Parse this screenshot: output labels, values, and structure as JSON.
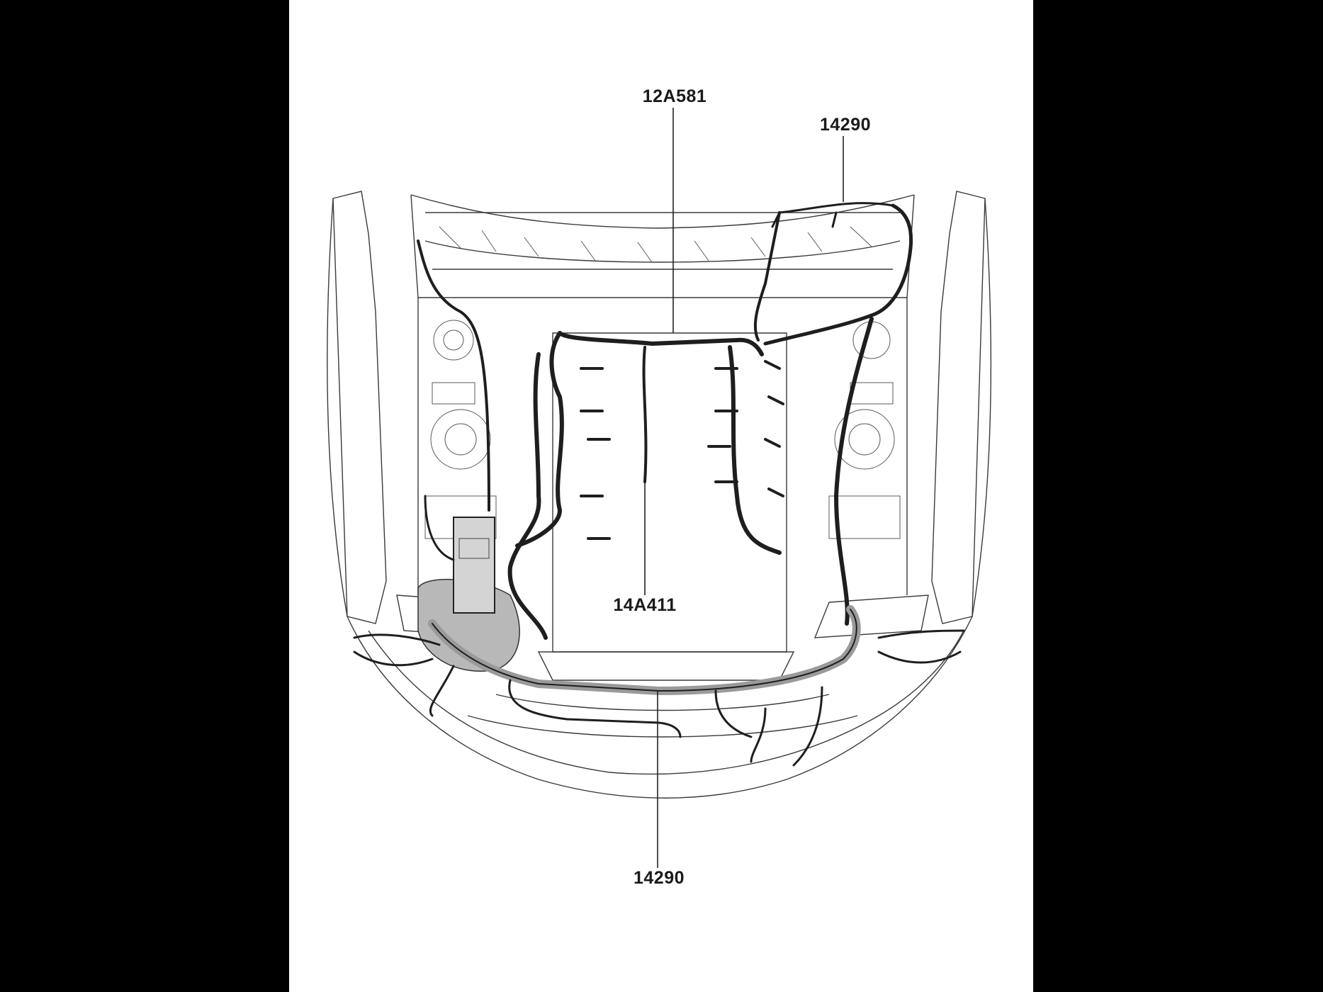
{
  "callouts": {
    "harness_top": "12A581",
    "harness_top_right": "14290",
    "harness_center": "14A411",
    "harness_bottom": "14290"
  },
  "colors": {
    "background": "#000000",
    "panel": "#ffffff",
    "line": "#2a2a2a",
    "harness": "#1e1e1e",
    "shade": "#9a9a9a"
  }
}
